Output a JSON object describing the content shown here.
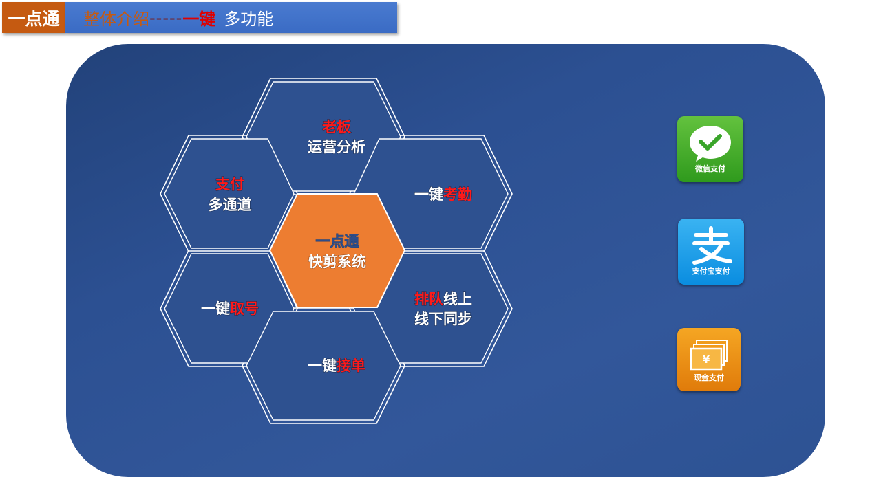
{
  "header": {
    "tag": "一点通",
    "title_part1": "整体介绍",
    "title_part2": "-----",
    "title_part3": "一键",
    "title_part4": "多功能"
  },
  "hexagons": {
    "center": {
      "line1": "一点通",
      "line2": "快剪系统"
    },
    "top": {
      "line1": "老板",
      "line2": "运营分析"
    },
    "upper_left": {
      "line1": "支付",
      "line2": "多通道"
    },
    "upper_right": {
      "line1a": "一键",
      "line1b": "考勤"
    },
    "lower_left": {
      "line1a": "一键",
      "line1b": "取号"
    },
    "lower_right": {
      "line1a": "排队",
      "line1b": "线上",
      "line2": "线下同步"
    },
    "bottom": {
      "line1a": "一键",
      "line1b": "接单"
    }
  },
  "payments": {
    "wechat_label": "微信支付",
    "alipay_label": "支付宝支付",
    "cash_label": "现金支付",
    "yuan_symbol": "¥"
  },
  "colors": {
    "accent_red": "#ff1a1a",
    "center_fill": "#ed7d31",
    "hex_fill": "#2d4f8e",
    "header_tag": "#c55a11",
    "header_bar": "#4472c4"
  }
}
